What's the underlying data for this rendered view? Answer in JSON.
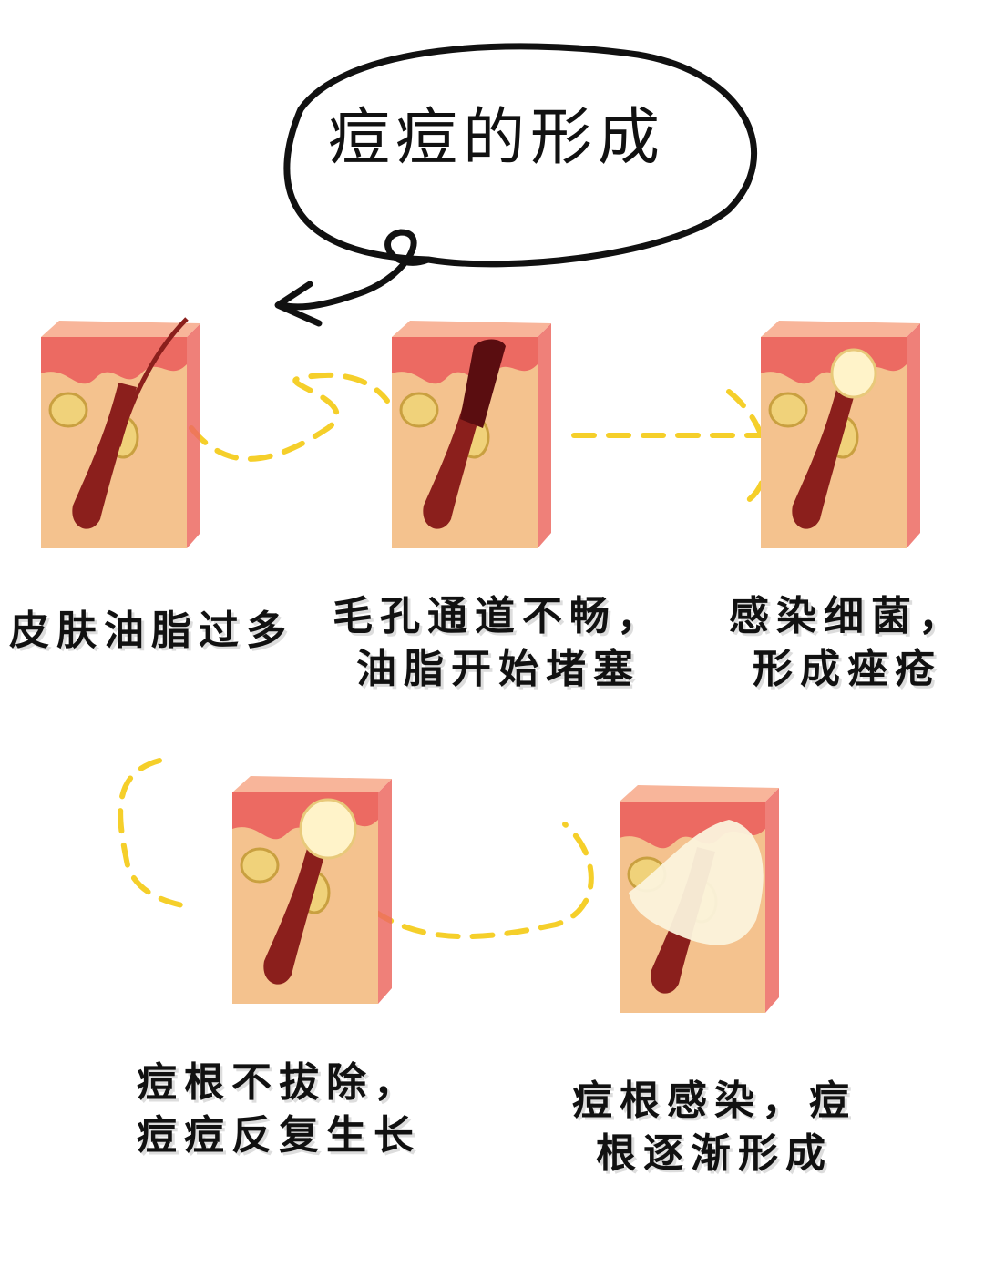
{
  "title": "痘痘的形成",
  "colors": {
    "dash": "#f5cf2a",
    "skin": "#f4c28e",
    "dermis": "#ec6a62",
    "follicle": "#8b1f1c",
    "pus": "#fff3c9"
  },
  "stages": [
    {
      "caption_lines": [
        "皮肤油脂过多"
      ],
      "variant": "hair"
    },
    {
      "caption_lines": [
        "毛孔通道不畅，",
        "油脂开始堵塞"
      ],
      "variant": "plug"
    },
    {
      "caption_lines": [
        "感染细菌，",
        "形成痤疮"
      ],
      "variant": "whitehead"
    },
    {
      "caption_lines": [
        "痘根不拔除，",
        "痘痘反复生长"
      ],
      "variant": "whitehead-large"
    },
    {
      "caption_lines": [
        "痘根感染，痘",
        "根逐渐形成"
      ],
      "variant": "inflamed"
    }
  ]
}
